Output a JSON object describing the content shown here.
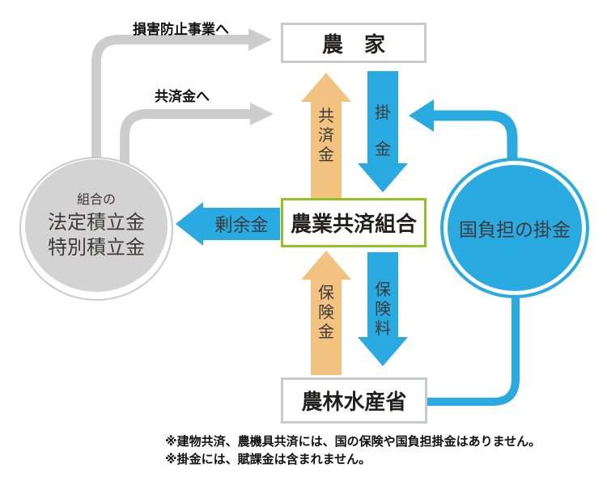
{
  "boxes": {
    "farmer": "農　家",
    "union": "農業共済組合",
    "maff": "農林水産省"
  },
  "circles": {
    "reserve": {
      "line1": "組合の",
      "line2": "法定積立金",
      "line3": "特別積立金"
    },
    "gov_premium": "国負担の掛金"
  },
  "flows": {
    "kyosaikin": "共済金",
    "kakekin": "掛金",
    "hokenkin": "保険金",
    "hokenryo": "保険料",
    "joyokin": "剰余金",
    "damage_prevention": "損害防止事業へ",
    "to_kyosaikin": "共済金へ"
  },
  "notes": [
    "※建物共済、農機具共済には、国の保険や国負担掛金はありません。",
    "※掛金には、賦課金は含まれません。"
  ],
  "colors": {
    "blue": "#29ABE2",
    "orange": "#F2C380",
    "green_border": "#8FC31F",
    "arrow_gray": "#CDCDCD",
    "circle_gray_fill": "#D3D3D4",
    "box_border_gray": "#C9CACA",
    "text_dark": "#3E3A39"
  }
}
